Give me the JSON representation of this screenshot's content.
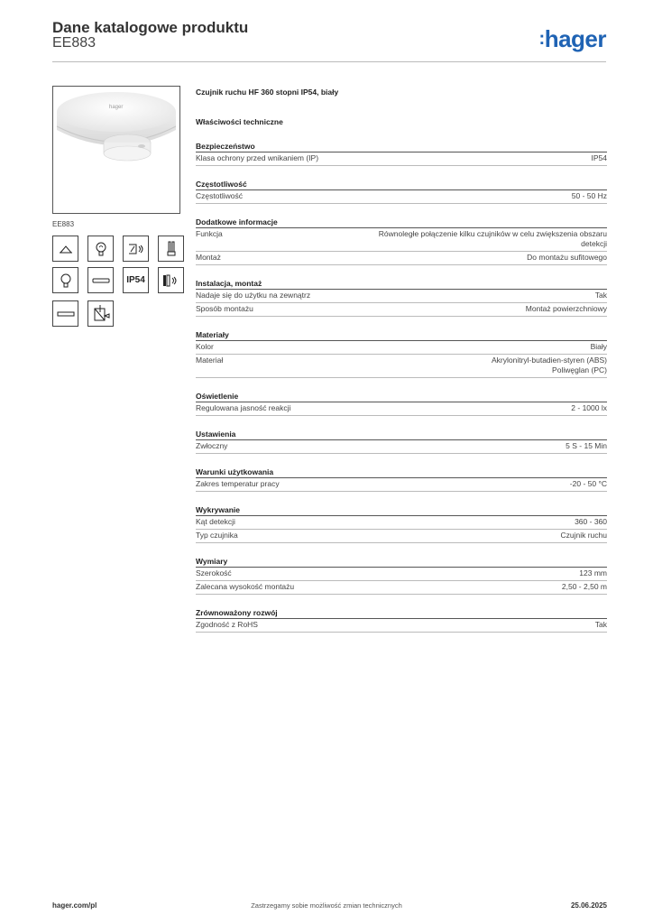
{
  "header": {
    "title": "Dane katalogowe produktu",
    "code": "EE883",
    "logo": "hager",
    "logo_color": "#1f63b4"
  },
  "product": {
    "image_caption": "EE883",
    "name": "Czujnik ruchu HF 360 stopni IP54, biały",
    "section_heading": "Właściwości techniczne"
  },
  "icons": [
    {
      "name": "ceiling-mount-icon",
      "label": ""
    },
    {
      "name": "bulb-incandescent-icon",
      "label": ""
    },
    {
      "name": "motion-detection-icon",
      "label": ""
    },
    {
      "name": "fluorescent-lamp-icon",
      "label": ""
    },
    {
      "name": "led-bulb-icon",
      "label": ""
    },
    {
      "name": "tube-lamp-icon",
      "label": ""
    },
    {
      "name": "ip-rating-icon",
      "label": "IP54"
    },
    {
      "name": "hf-sensor-icon",
      "label": ""
    },
    {
      "name": "linear-lamp-icon",
      "label": ""
    },
    {
      "name": "electronic-transformer-icon",
      "label": ""
    }
  ],
  "groups": [
    {
      "title": "Bezpieczeństwo",
      "rows": [
        {
          "k": "Klasa ochrony przed wnikaniem (IP)",
          "v": [
            "IP54"
          ]
        }
      ]
    },
    {
      "title": "Częstotliwość",
      "rows": [
        {
          "k": "Częstotliwość",
          "v": [
            "50 - 50 Hz"
          ]
        }
      ]
    },
    {
      "title": "Dodatkowe informacje",
      "rows": [
        {
          "k": "Funkcja",
          "v": [
            "Równoległe połączenie kilku czujników w celu zwiększenia obszaru",
            "detekcji"
          ]
        },
        {
          "k": "Montaż",
          "v": [
            "Do montażu sufitowego"
          ]
        }
      ]
    },
    {
      "title": "Instalacja, montaż",
      "rows": [
        {
          "k": "Nadaje się do użytku na zewnątrz",
          "v": [
            "Tak"
          ]
        },
        {
          "k": "Sposób montażu",
          "v": [
            "Montaż powierzchniowy"
          ]
        }
      ]
    },
    {
      "title": "Materiały",
      "rows": [
        {
          "k": "Kolor",
          "v": [
            "Biały"
          ]
        },
        {
          "k": "Materiał",
          "v": [
            "Akrylonitryl-butadien-styren (ABS)",
            "Poliwęglan (PC)"
          ]
        }
      ]
    },
    {
      "title": "Oświetlenie",
      "rows": [
        {
          "k": "Regulowana jasność reakcji",
          "v": [
            "2 - 1000 lx"
          ]
        }
      ]
    },
    {
      "title": "Ustawienia",
      "rows": [
        {
          "k": "Zwłoczny",
          "v": [
            "5 S - 15 Min"
          ]
        }
      ]
    },
    {
      "title": "Warunki użytkowania",
      "rows": [
        {
          "k": "Zakres temperatur pracy",
          "v": [
            "-20 - 50 °C"
          ]
        }
      ]
    },
    {
      "title": "Wykrywanie",
      "rows": [
        {
          "k": "Kąt detekcji",
          "v": [
            "360 - 360"
          ]
        },
        {
          "k": "Typ czujnika",
          "v": [
            "Czujnik ruchu"
          ]
        }
      ]
    },
    {
      "title": "Wymiary",
      "rows": [
        {
          "k": "Szerokość",
          "v": [
            "123 mm"
          ]
        },
        {
          "k": "Zalecana wysokość montażu",
          "v": [
            "2,50 - 2,50 m"
          ]
        }
      ]
    },
    {
      "title": "Zrównoważony rozwój",
      "rows": [
        {
          "k": "Zgodność z RoHS",
          "v": [
            "Tak"
          ]
        }
      ]
    }
  ],
  "footer": {
    "website": "hager.com/pl",
    "notice": "Zastrzegamy sobie możliwość zmian technicznych",
    "date": "25.06.2025"
  }
}
